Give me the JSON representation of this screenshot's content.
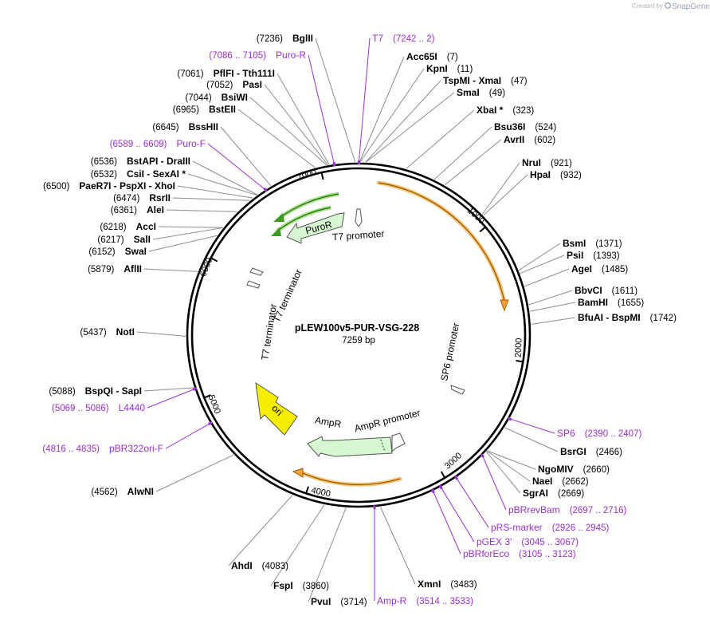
{
  "plasmid": {
    "name": "pLEW100v5-PUR-VSG-228",
    "size": "7259 bp",
    "length": 7259
  },
  "credit": {
    "prefix": "Created by",
    "brand": "SnapGene"
  },
  "ticks": [
    "1000",
    "2000",
    "3000",
    "4000",
    "5000",
    "6000",
    "7000"
  ],
  "enzymes": [
    {
      "name": "BglII",
      "pos": "(7236)"
    },
    {
      "name": "Acc65I",
      "pos": "(7)"
    },
    {
      "name": "KpnI",
      "pos": "(11)"
    },
    {
      "name": "TspMI  -  XmaI",
      "pos": "(47)"
    },
    {
      "name": "SmaI",
      "pos": "(49)"
    },
    {
      "name": "XbaI *",
      "pos": "(323)"
    },
    {
      "name": "Bsu36I",
      "pos": "(524)"
    },
    {
      "name": "AvrII",
      "pos": "(602)"
    },
    {
      "name": "NruI",
      "pos": "(921)"
    },
    {
      "name": "HpaI",
      "pos": "(932)"
    },
    {
      "name": "BsmI",
      "pos": "(1371)"
    },
    {
      "name": "PsiI",
      "pos": "(1393)"
    },
    {
      "name": "AgeI",
      "pos": "(1485)"
    },
    {
      "name": "BbvCI",
      "pos": "(1611)"
    },
    {
      "name": "BamHI",
      "pos": "(1655)"
    },
    {
      "name": "BfuAI  -  BspMI",
      "pos": "(1742)"
    },
    {
      "name": "BsrGI",
      "pos": "(2466)"
    },
    {
      "name": "NgoMIV",
      "pos": "(2660)"
    },
    {
      "name": "NaeI",
      "pos": "(2662)"
    },
    {
      "name": "SgrAI",
      "pos": "(2669)"
    },
    {
      "name": "XmnI",
      "pos": "(3483)"
    },
    {
      "name": "PvuI",
      "pos": "(3714)"
    },
    {
      "name": "FspI",
      "pos": "(3860)"
    },
    {
      "name": "AhdI",
      "pos": "(4083)"
    },
    {
      "name": "AlwNI",
      "pos": "(4562)"
    },
    {
      "name": "BspQI  -  SapI",
      "pos": "(5088)"
    },
    {
      "name": "NotI",
      "pos": "(5437)"
    },
    {
      "name": "AflII",
      "pos": "(5879)"
    },
    {
      "name": "SwaI",
      "pos": "(6152)"
    },
    {
      "name": "SalI",
      "pos": "(6217)"
    },
    {
      "name": "AccI",
      "pos": "(6218)"
    },
    {
      "name": "AleI",
      "pos": "(6361)"
    },
    {
      "name": "RsrII",
      "pos": "(6474)"
    },
    {
      "name": "PaeR7I  -  PspXI  -  XhoI",
      "pos": "(6500)"
    },
    {
      "name": "CsiI  -  SexAI *",
      "pos": "(6532)"
    },
    {
      "name": "BstAPI  -  DraIII",
      "pos": "(6536)"
    },
    {
      "name": "BssHII",
      "pos": "(6645)"
    },
    {
      "name": "BstEII",
      "pos": "(6965)"
    },
    {
      "name": "BsiWI",
      "pos": "(7044)"
    },
    {
      "name": "PasI",
      "pos": "(7052)"
    },
    {
      "name": "PflFI  -  Tth111I",
      "pos": "(7061)"
    }
  ],
  "primers": [
    {
      "name": "T7",
      "range": "(7242 .. 2)"
    },
    {
      "name": "Puro-R",
      "range": "(7086 .. 7105)"
    },
    {
      "name": "Puro-F",
      "range": "(6589 .. 6609)"
    },
    {
      "name": "SP6",
      "range": "(2390 .. 2407)"
    },
    {
      "name": "pBRrevBam",
      "range": "(2697 .. 2716)"
    },
    {
      "name": "pRS-marker",
      "range": "(2926 .. 2945)"
    },
    {
      "name": "pGEX 3'",
      "range": "(3045 .. 3067)"
    },
    {
      "name": "pBRforEco",
      "range": "(3105 .. 3123)"
    },
    {
      "name": "Amp-R",
      "range": "(3514 .. 3533)"
    },
    {
      "name": "L4440",
      "range": "(5069 .. 5086)"
    },
    {
      "name": "pBR322ori-F",
      "range": "(4816 .. 4835)"
    }
  ],
  "features": {
    "puror": "PuroR",
    "t7_promoter": "T7 promoter",
    "t7_terminator_a": "T7 terminator",
    "t7_terminator_b": "T7 terminator",
    "sp6_promoter": "SP6 promoter",
    "ori": "ori",
    "ampr": "AmpR",
    "ampr_promoter": "AmpR promoter"
  },
  "colors": {
    "backbone": "#000000",
    "leader": "#8c8c8c",
    "primer": "#9a2fd0",
    "orf_orange": "#f2a33a",
    "orf_green": "#3c9b1e",
    "marker_fill": "#d6f7d2",
    "ori_fill": "#f5ee00"
  }
}
